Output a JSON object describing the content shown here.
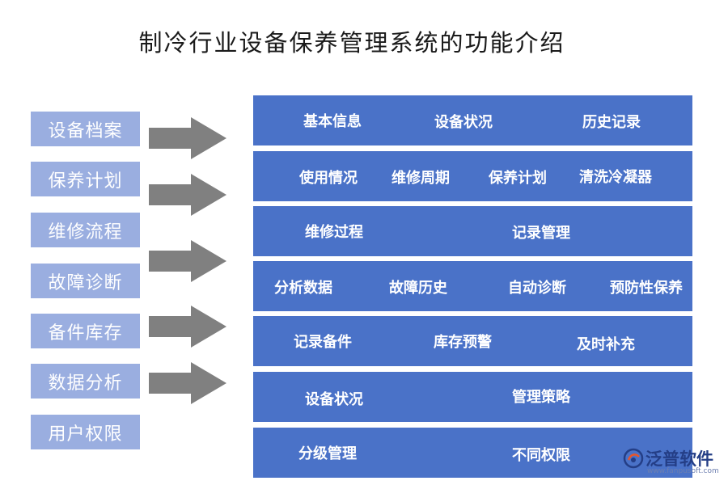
{
  "title": "制冷行业设备保养管理系统的功能介绍",
  "categories": [
    {
      "label": "设备档案"
    },
    {
      "label": "保养计划"
    },
    {
      "label": "维修流程"
    },
    {
      "label": "故障诊断"
    },
    {
      "label": "备件库存"
    },
    {
      "label": "数据分析"
    },
    {
      "label": "用户权限"
    }
  ],
  "feature_rows": [
    {
      "items": [
        "基本信息",
        "设备状况",
        "历史记录"
      ]
    },
    {
      "items": [
        "使用情况",
        "维修周期",
        "保养计划",
        "清洗冷凝器"
      ]
    },
    {
      "items": [
        "维修过程",
        "记录管理"
      ]
    },
    {
      "items": [
        "分析数据",
        "故障历史",
        "自动诊断",
        "预防性保养"
      ]
    },
    {
      "items": [
        "记录备件",
        "库存预警",
        "及时补充"
      ]
    },
    {
      "items": [
        "设备状况",
        "管理策略"
      ]
    },
    {
      "items": [
        "分级管理",
        "不同权限"
      ]
    }
  ],
  "logo": {
    "name": "泛普软件",
    "url": "www.fanpusoft.com",
    "icon": "fanpu-logo-icon"
  },
  "colors": {
    "left_box": "#9aaee0",
    "right_box": "#4a72c8",
    "arrow": "#808080",
    "brand": "#243e86"
  }
}
